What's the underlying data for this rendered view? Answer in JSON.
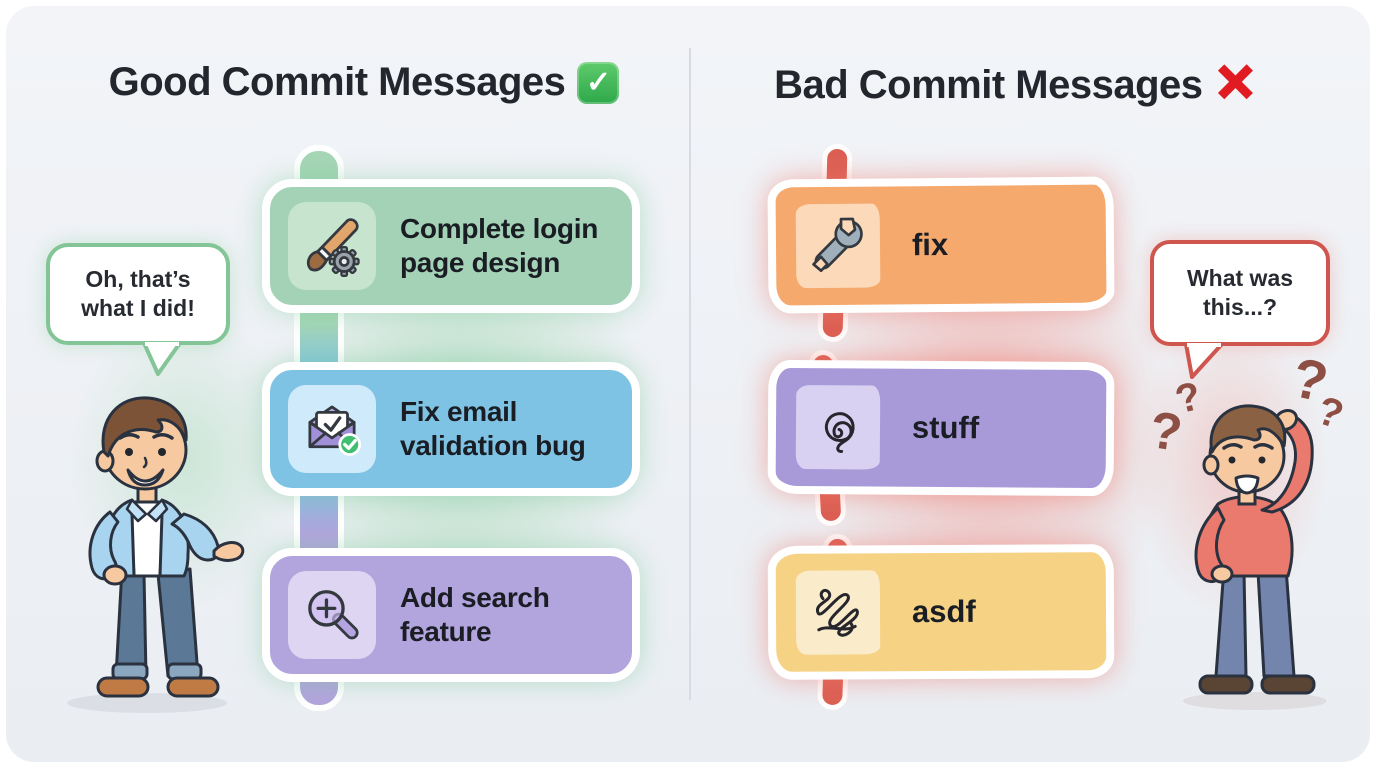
{
  "glyphs": {
    "check": "✓",
    "cross": "✕",
    "question": "?"
  },
  "left": {
    "title": "Good Commit Messages",
    "badge_icon": "check-emoji-icon",
    "bubble": "Oh, that’s what I did!",
    "commits": [
      {
        "label": "Complete login page design",
        "icon": "paintbrush-gear-icon",
        "card_color": "#a4d2b6",
        "tile_color": "#c6e4ce"
      },
      {
        "label": "Fix email validation bug",
        "icon": "envelope-check-icon",
        "card_color": "#7fc3e4",
        "tile_color": "#cfeafb"
      },
      {
        "label": "Add search feature",
        "icon": "magnifier-plus-icon",
        "card_color": "#b2a4dd",
        "tile_color": "#ded5f3"
      }
    ]
  },
  "right": {
    "title": "Bad Commit Messages",
    "badge_icon": "cross-emoji-icon",
    "bubble": "What was this...?",
    "commits": [
      {
        "label": "fix",
        "icon": "wrench-icon",
        "card_color": "#f6a96d",
        "tile_color": "#fcd9b9"
      },
      {
        "label": "stuff",
        "icon": "spiral-scribble-icon",
        "card_color": "#a89ad8",
        "tile_color": "#d9d1f1"
      },
      {
        "label": "asdf",
        "icon": "chaotic-scribble-icon",
        "card_color": "#f6d285",
        "tile_color": "#faeccb"
      }
    ]
  },
  "colors": {
    "background": "#eef1f5",
    "divider": "#d8dce2",
    "title_text": "#23272d",
    "check_green": "#2ea84a",
    "cross_red": "#e11b22",
    "good_bubble_border": "#83c596",
    "bad_bubble_border": "#cf564e",
    "good_glow": "#8ccf9e",
    "bad_glow": "#ee7c70",
    "good_timeline_colors": [
      "#a6d6b6",
      "#7fc3e4",
      "#b2a4dd"
    ],
    "bad_timeline": "#dc5f53"
  }
}
